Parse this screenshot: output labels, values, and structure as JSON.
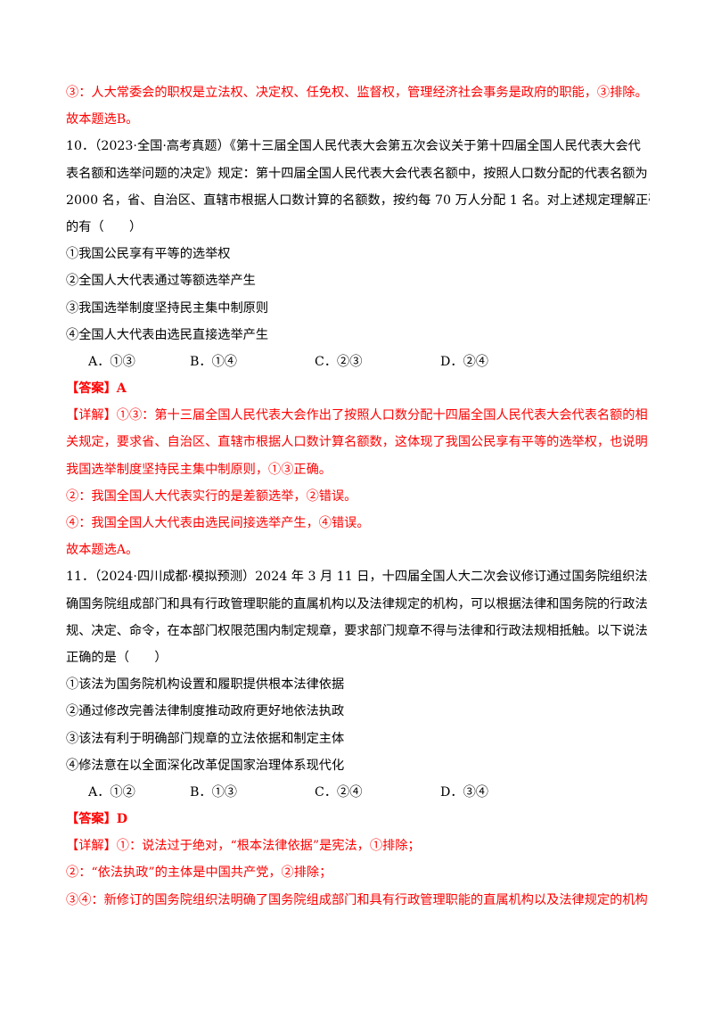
{
  "colors": {
    "accent_red": "#ff0000",
    "text": "#000000"
  },
  "prev": {
    "explain_3": "③：人大常委会的职权是立法权、决定权、任免权、监督权，管理经济社会事务是政府的职能，③排除。",
    "conclusion": "故本题选B。"
  },
  "q10": {
    "stem_lines": [
      "10．（2023·全国·高考真题）《第十三届全国人民代表大会第五次会议关于第十四届全国人民代表大会代",
      "表名额和选举问题的决定》规定：第十四届全国人民代表大会代表名额中，按照人口数分配的代表名额为",
      "2000 名，省、自治区、直辖市根据人口数计算的名额数，按约每 70 万人分配 1 名。对上述规定理解正确",
      "的有（　　）"
    ],
    "items": [
      "①我国公民享有平等的选举权",
      "②全国人大代表通过等额选举产生",
      "③我国选举制度坚持民主集中制原则",
      "④全国人大代表由选民直接选举产生"
    ],
    "options": [
      "A．①③",
      "B．①④",
      "C．②③",
      "D．②④"
    ],
    "answer": "【答案】A",
    "detail_lines": [
      "【详解】①③：第十三届全国人民代表大会作出了按照人口数分配十四届全国人民代表大会代表名额的相",
      "关规定，要求省、自治区、直辖市根据人口数计算名额数，这体现了我国公民享有平等的选举权，也说明",
      "我国选举制度坚持民主集中制原则，①③正确。",
      "②：我国全国人大代表实行的是差额选举，②错误。",
      "④：我国全国人大代表由选民间接选举产生，④错误。"
    ],
    "conclusion": "故本题选A。"
  },
  "q11": {
    "stem_lines": [
      "11．（2024·四川成都·模拟预测）2024 年 3 月 11 日，十四届全国人大二次会议修订通过国务院组织法，明",
      "确国务院组成部门和具有行政管理职能的直属机构以及法律规定的机构，可以根据法律和国务院的行政法",
      "规、决定、命令，在本部门权限范围内制定规章，要求部门规章不得与法律和行政法规相抵触。以下说法",
      "正确的是（　　）"
    ],
    "items": [
      "①该法为国务院机构设置和履职提供根本法律依据",
      "②通过修改完善法律制度推动政府更好地依法执政",
      "③该法有利于明确部门规章的立法依据和制定主体",
      "④修法意在以全面深化改革促国家治理体系现代化"
    ],
    "options": [
      "A．①②",
      "B．①③",
      "C．②④",
      "D．③④"
    ],
    "answer": "【答案】D",
    "detail_lines": [
      "【详解】①：说法过于绝对，“根本法律依据”是宪法，①排除；",
      "②：“依法执政”的主体是中国共产党，②排除；",
      "③④：新修订的国务院组织法明确了国务院组成部门和具有行政管理职能的直属机构以及法律规定的机构"
    ]
  }
}
